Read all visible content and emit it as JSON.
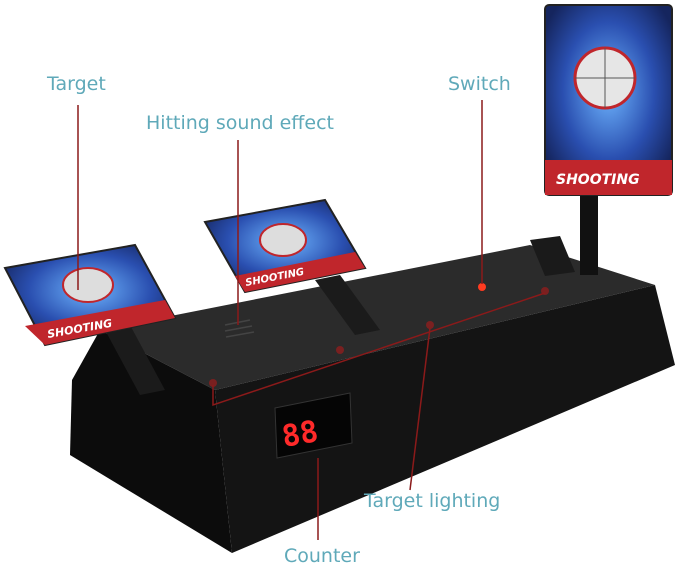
{
  "labels": {
    "target": "Target",
    "hitting_sound": "Hitting sound effect",
    "switch": "Switch",
    "target_lighting": "Target lighting",
    "counter": "Counter"
  },
  "product": {
    "target_text": "SHOOTING",
    "counter_display": "88"
  },
  "colors": {
    "label": "#5fa9b9",
    "leader_line": "#8b1a1a",
    "target_blue": "#1f3f9a",
    "target_red": "#c0262c"
  }
}
